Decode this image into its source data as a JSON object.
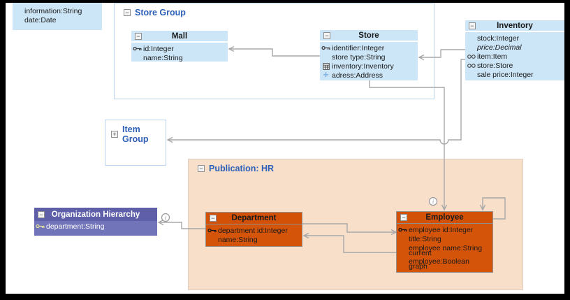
{
  "colors": {
    "frame_bg": "#000000",
    "canvas_bg": "#ffffff",
    "entity_blue": "#cde6f7",
    "entity_orange": "#d4540a",
    "purple_header": "#5e5fa8",
    "purple_body": "#7174b8",
    "group_border": "#bcd6ef",
    "publication_bg": "#f8dfca",
    "container_title_color": "#2d5fb8",
    "connector_color": "#a8a8a8"
  },
  "fragment": {
    "attrs": [
      "information:String",
      "date:Date"
    ]
  },
  "containers": {
    "store_group": {
      "collapse": "−",
      "title": "Store Group"
    },
    "item_group": {
      "collapse": "+",
      "title": "Item Group"
    },
    "publication": {
      "collapse": "−",
      "title": "Publication: HR"
    }
  },
  "entities": {
    "mall": {
      "collapse": "−",
      "title": "Mall",
      "attrs": [
        "id:Integer",
        "name:String"
      ]
    },
    "store": {
      "collapse": "−",
      "title": "Store",
      "attrs": [
        "identifier:Integer",
        "store type:String",
        "inventory:Inventory",
        "adress:Address"
      ]
    },
    "inventory": {
      "collapse": "−",
      "title": "Inventory",
      "attrs": [
        "stock:Integer",
        "price:Decimal",
        "item:Item",
        "store:Store",
        "sale price:Integer"
      ]
    },
    "department": {
      "collapse": "−",
      "title": "Department",
      "attrs": [
        "department id:Integer",
        "name:String"
      ]
    },
    "employee": {
      "collapse": "−",
      "title": "Employee",
      "attrs": [
        "employee id:Integer",
        "title:String",
        "employee name:String",
        "current employee:Boolean",
        "graph"
      ]
    },
    "org_hierarchy": {
      "collapse": "−",
      "title": "Organization Hierarchy",
      "attrs": [
        "department:String"
      ]
    }
  },
  "badges": {
    "info": "i"
  }
}
